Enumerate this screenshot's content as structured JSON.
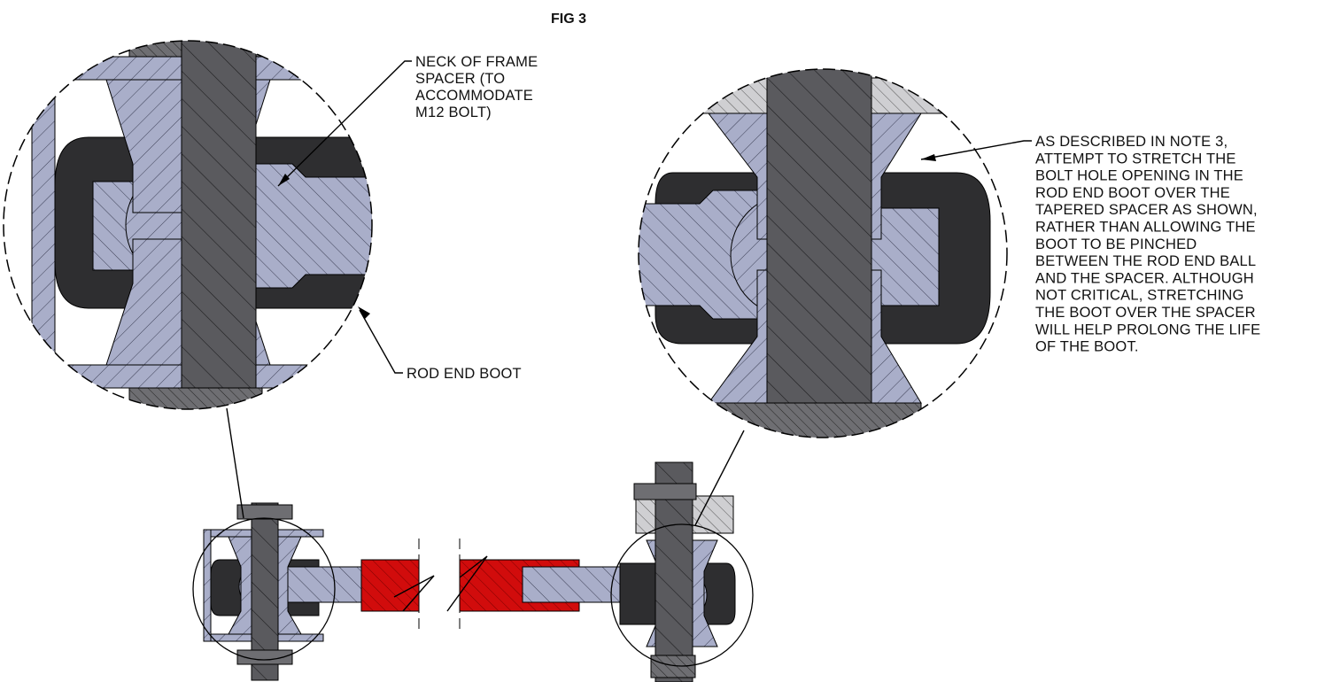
{
  "title": "FIG 3",
  "callouts": {
    "neck_spacer": [
      "NECK OF FRAME",
      "SPACER (TO",
      "ACCOMMODATE",
      "M12 BOLT)"
    ],
    "rod_end_boot": "ROD END BOOT",
    "note": [
      "AS DESCRIBED IN NOTE 3,",
      "ATTEMPT TO STRETCH THE",
      "BOLT HOLE OPENING IN THE",
      "ROD END BOOT OVER THE",
      "TAPERED SPACER AS SHOWN,",
      "RATHER THAN ALLOWING THE",
      "BOOT TO BE PINCHED",
      "BETWEEN THE ROD END BALL",
      "AND THE SPACER. ALTHOUGH",
      "NOT CRITICAL, STRETCHING",
      "THE BOOT OVER THE SPACER",
      "WILL HELP PROLONG THE LIFE",
      "OF THE BOOT."
    ]
  },
  "colors": {
    "spacer": "#a9aec9",
    "bolt": "#5a5a5e",
    "boot": "#2e2e30",
    "rod_tube": "#d10c0c",
    "nut": "#7a7a7e",
    "washer_light": "#c9c9cb"
  }
}
